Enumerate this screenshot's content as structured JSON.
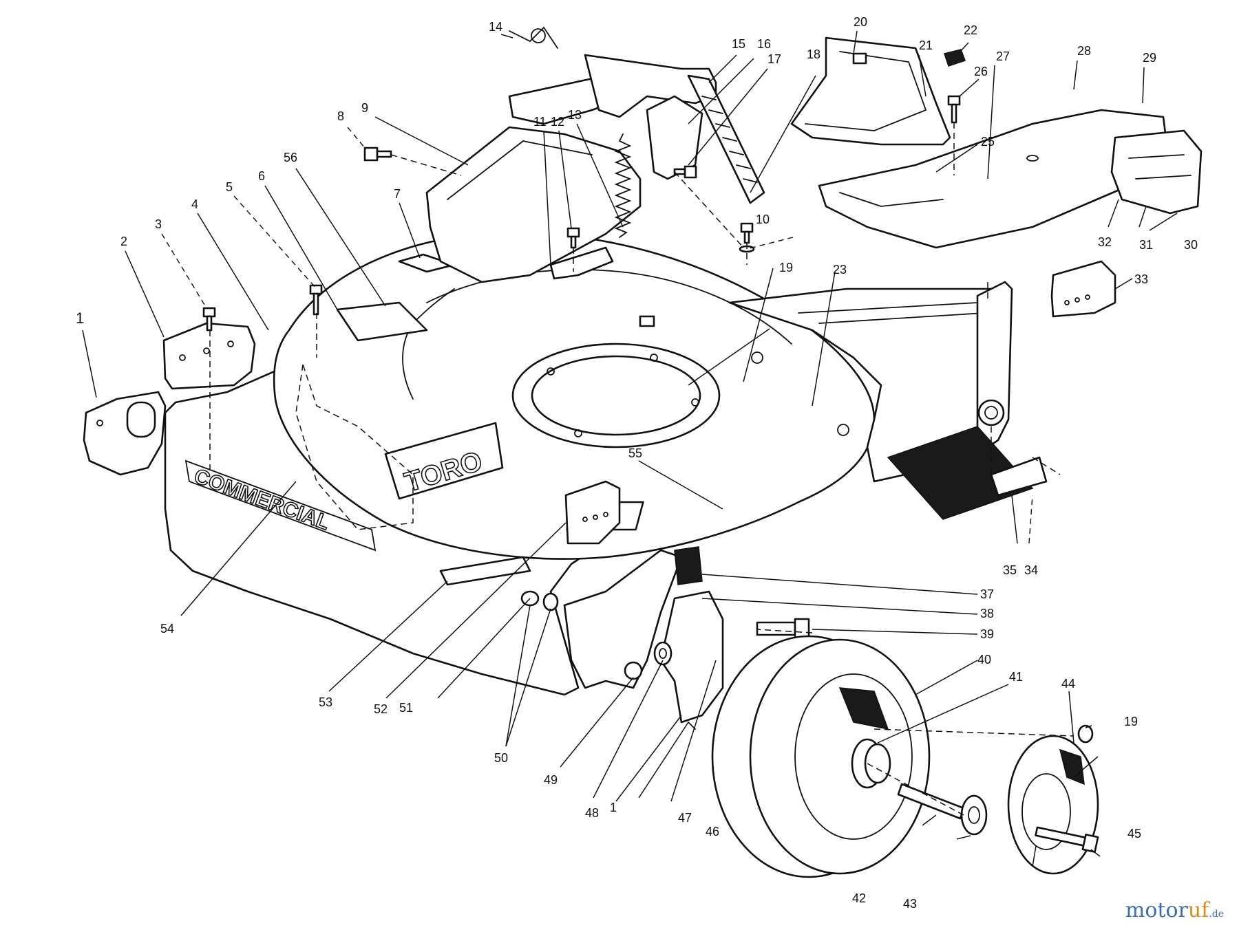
{
  "diagram": {
    "decals": {
      "brand": "TORO",
      "line": "COMMERCIAL"
    },
    "callouts": [
      "1",
      "2",
      "3",
      "4",
      "5",
      "6",
      "7",
      "8",
      "9",
      "10",
      "11",
      "12",
      "13",
      "14",
      "15",
      "16",
      "17",
      "18",
      "19",
      "20",
      "21",
      "22",
      "23",
      "25",
      "26",
      "27",
      "28",
      "29",
      "30",
      "31",
      "32",
      "33",
      "34",
      "35",
      "37",
      "38",
      "39",
      "40",
      "41",
      "42",
      "43",
      "44",
      "19",
      "45",
      "46",
      "47",
      "1",
      "48",
      "49",
      "50",
      "51",
      "52",
      "53",
      "54",
      "55",
      "56"
    ]
  },
  "watermark": {
    "text_main": "motor",
    "text_accent": "uf",
    "text_tld": ".de"
  }
}
